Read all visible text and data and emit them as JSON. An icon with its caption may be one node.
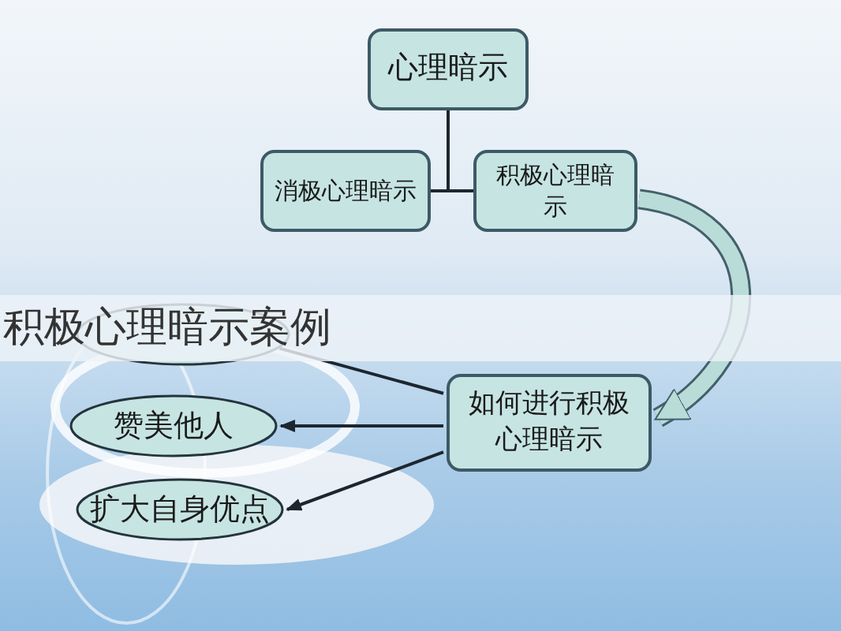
{
  "diagram": {
    "title": "积极心理暗示案例",
    "nodes": [
      {
        "text": [
          "心理暗示"
        ]
      },
      {
        "text": [
          "消极心理暗示"
        ]
      },
      {
        "text": [
          "积极心理暗示"
        ]
      },
      {
        "text": [
          "如何进行积极心理暗示"
        ]
      },
      {
        "text": [],
        "shape": "ellipse"
      },
      {
        "text": [
          "赞美他人"
        ]
      },
      {
        "text": [
          "扩大自身优点"
        ]
      }
    ],
    "edges": [
      {
        "from": 0,
        "to": 1,
        "arrow": "none"
      },
      {
        "from": 0,
        "to": 2,
        "arrow": "none"
      },
      {
        "from": 2,
        "to": 3,
        "arrow": "to",
        "style": "thick"
      },
      {
        "from": 3,
        "to": 4,
        "arrow": "none"
      },
      {
        "from": 3,
        "to": 5,
        "arrow": "to"
      },
      {
        "from": 3,
        "to": 6,
        "arrow": "to"
      }
    ]
  }
}
